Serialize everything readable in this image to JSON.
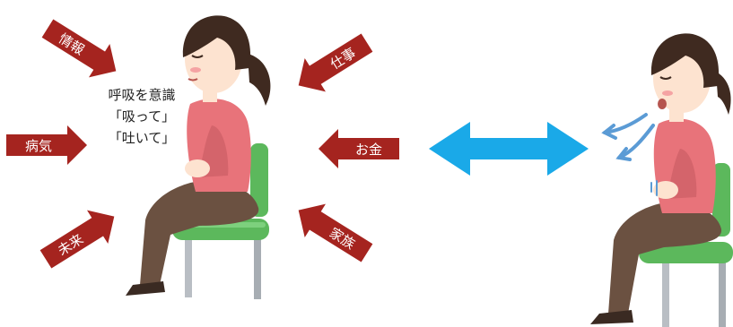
{
  "stressors": [
    {
      "label": "情報"
    },
    {
      "label": "仕事"
    },
    {
      "label": "病気"
    },
    {
      "label": "お金"
    },
    {
      "label": "未来"
    },
    {
      "label": "家族"
    }
  ],
  "caption": {
    "line1": "呼吸を意識",
    "line2": "「吸って」",
    "line3": "「吐いて」"
  },
  "colors": {
    "stress_arrow": "#a5241f",
    "double_arrow": "#1aa9e8",
    "breath_arrows": "#5b9bd5",
    "shirt": "#e8737a",
    "pants": "#6b5141",
    "chair_seat": "#5cb85c",
    "skin": "#fde3d0",
    "hair": "#3f2a20"
  }
}
